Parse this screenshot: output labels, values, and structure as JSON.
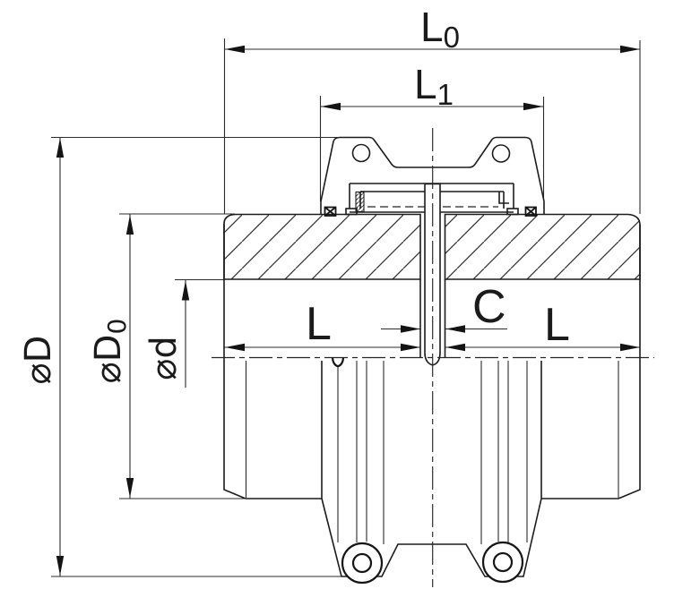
{
  "figure": {
    "type": "engineering-section-drawing",
    "subject": "Elastic pin shaft coupling — half-section side view with dimension callouts",
    "background_color": "#ffffff",
    "line_color": "#1c1c1c"
  },
  "dimension_labels": {
    "overall_length": {
      "main": "L",
      "sub": "0"
    },
    "cover_width": {
      "main": "L",
      "sub": "1"
    },
    "center_gap": {
      "main": "C",
      "sub": ""
    },
    "hub_length_left": {
      "main": "L",
      "sub": ""
    },
    "hub_length_right": {
      "main": "L",
      "sub": ""
    },
    "outer_diameter": {
      "main": "⌀D",
      "sub": ""
    },
    "flange_diameter": {
      "main": "⌀D",
      "sub": "0"
    },
    "bore_diameter": {
      "main": "⌀d",
      "sub": ""
    }
  }
}
